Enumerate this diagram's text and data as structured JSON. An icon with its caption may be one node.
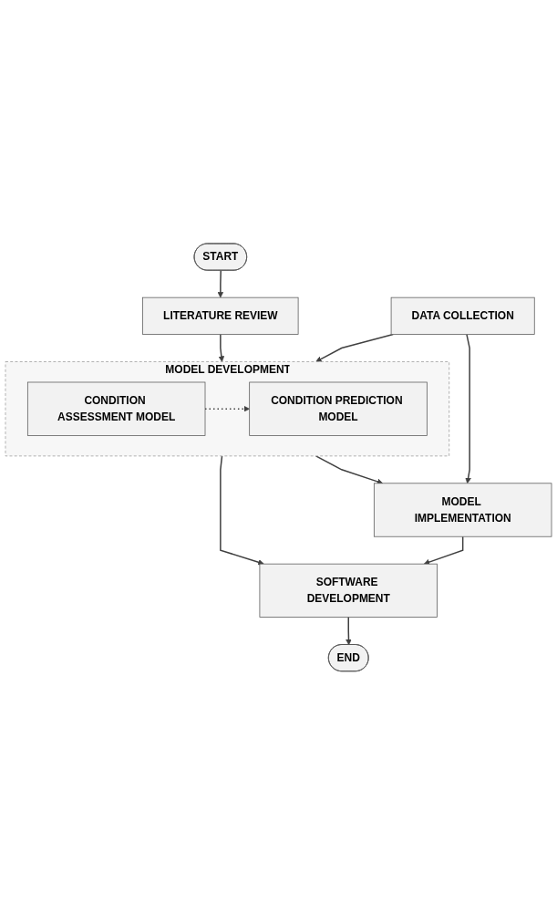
{
  "diagram": {
    "nodes": [
      {
        "text": [
          "START"
        ]
      },
      {
        "text": [
          "LITERATURE REVIEW"
        ]
      },
      {
        "text": [
          "MODEL DEVELOPMENT"
        ]
      },
      {
        "text": [
          "CONDITION ASSESSMENT MODEL"
        ],
        "in": 2
      },
      {
        "text": [
          "CONDITION PREDICTION MODEL"
        ],
        "in": 2
      },
      {
        "text": [
          "DATA COLLECTION"
        ]
      },
      {
        "text": [
          "MODEL IMPLEMENTATION"
        ]
      },
      {
        "text": [
          "SOFTWARE DEVELOPMENT"
        ]
      },
      {
        "text": [
          "END"
        ]
      }
    ],
    "edges": [
      {
        "from": 0,
        "to": 1,
        "arrow": "to"
      },
      {
        "from": 1,
        "to": 2,
        "arrow": "to"
      },
      {
        "from": 3,
        "to": 4,
        "arrow": "to",
        "style": "dashed"
      },
      {
        "from": 2,
        "to": 6,
        "arrow": "to"
      },
      {
        "from": 5,
        "to": 2,
        "arrow": "to"
      },
      {
        "from": 5,
        "to": 6,
        "arrow": "to"
      },
      {
        "from": 2,
        "to": 7,
        "arrow": "to"
      },
      {
        "from": 6,
        "to": 7,
        "arrow": "to"
      },
      {
        "from": 7,
        "to": 8,
        "arrow": "to"
      }
    ]
  }
}
